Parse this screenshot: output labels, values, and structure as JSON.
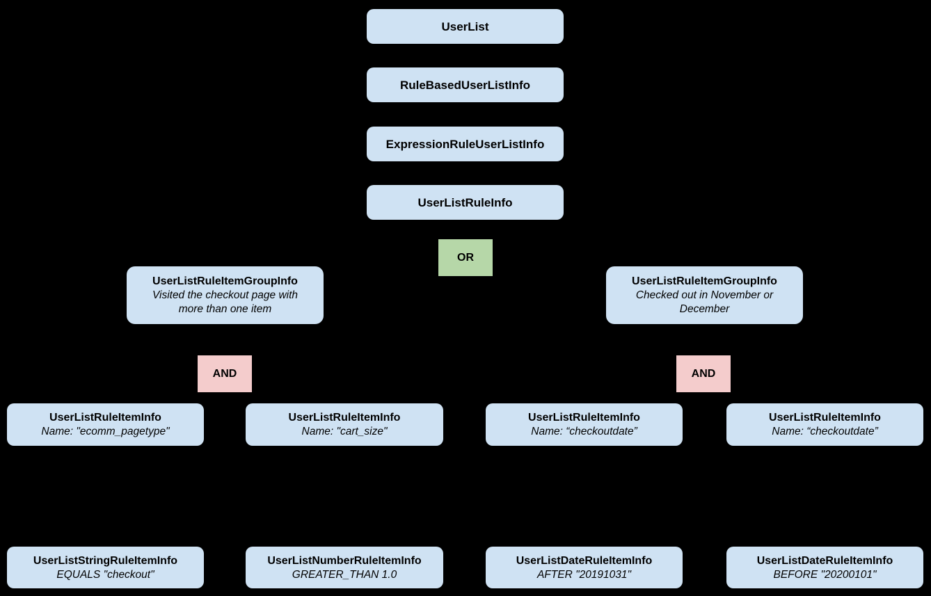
{
  "colors": {
    "background": "#000000",
    "node_fill": "#cfe2f3",
    "or_fill": "#b6d7a8",
    "and_fill": "#f4cccc",
    "text": "#000000"
  },
  "diagram": {
    "chain": [
      {
        "label": "UserList"
      },
      {
        "label": "RuleBasedUserListInfo"
      },
      {
        "label": "ExpressionRuleUserListInfo"
      },
      {
        "label": "UserListRuleInfo"
      }
    ],
    "or_label": "OR",
    "groups": [
      {
        "title": "UserListRuleItemGroupInfo",
        "subtitle": "Visited the checkout page with more than one item",
        "and_label": "AND"
      },
      {
        "title": "UserListRuleItemGroupInfo",
        "subtitle": "Checked out in November or December",
        "and_label": "AND"
      }
    ],
    "rule_items": [
      {
        "title": "UserListRuleItemInfo",
        "subtitle": "Name: \"ecomm_pagetype\""
      },
      {
        "title": "UserListRuleItemInfo",
        "subtitle": "Name: \"cart_size\""
      },
      {
        "title": "UserListRuleItemInfo",
        "subtitle": "Name: “checkoutdate”"
      },
      {
        "title": "UserListRuleItemInfo",
        "subtitle": "Name: “checkoutdate”"
      }
    ],
    "leaves": [
      {
        "title": "UserListStringRuleItemInfo",
        "subtitle": "EQUALS \"checkout\""
      },
      {
        "title": "UserListNumberRuleItemInfo",
        "subtitle": "GREATER_THAN 1.0"
      },
      {
        "title": "UserListDateRuleItemInfo",
        "subtitle": "AFTER \"20191031\""
      },
      {
        "title": "UserListDateRuleItemInfo",
        "subtitle": "BEFORE \"20200101\""
      }
    ]
  }
}
